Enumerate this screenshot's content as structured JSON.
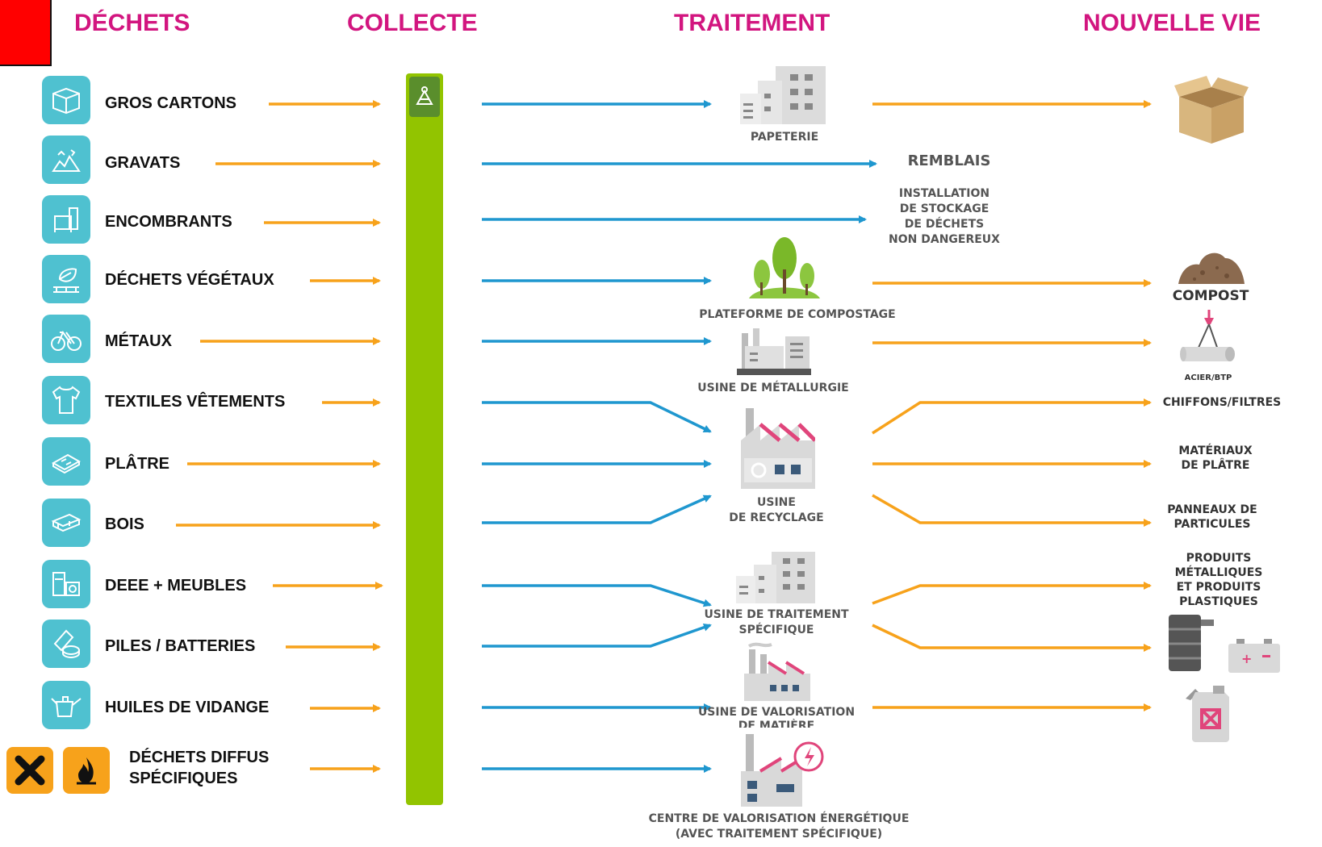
{
  "headers": {
    "dechets": "DÉCHETS",
    "collecte": "COLLECTE",
    "traitement": "TRAITEMENT",
    "nouvelle_vie": "NOUVELLE VIE"
  },
  "waste_items": [
    {
      "label": "GROS CARTONS",
      "icon": "box-icon"
    },
    {
      "label": "GRAVATS",
      "icon": "rubble-icon"
    },
    {
      "label": "ENCOMBRANTS",
      "icon": "furniture-icon"
    },
    {
      "label": "DÉCHETS VÉGÉTAUX",
      "icon": "leaf-icon"
    },
    {
      "label": "MÉTAUX",
      "icon": "bicycle-icon"
    },
    {
      "label": "TEXTILES VÊTEMENTS",
      "icon": "shirt-icon"
    },
    {
      "label": "PLÂTRE",
      "icon": "plaster-icon"
    },
    {
      "label": "BOIS",
      "icon": "pallet-icon"
    },
    {
      "label": "DEEE + MEUBLES",
      "icon": "appliance-icon"
    },
    {
      "label": "PILES / BATTERIES",
      "icon": "battery-icon"
    },
    {
      "label": "HUILES DE VIDANGE",
      "icon": "oil-can-icon"
    }
  ],
  "hazardous": {
    "label_line1": "DÉCHETS DIFFUS",
    "label_line2": "SPÉCIFIQUES",
    "icons": [
      "harmful-x-icon",
      "flammable-icon"
    ]
  },
  "treatment": {
    "papeterie": "PAPETERIE",
    "remblais": "REMBLAIS",
    "isdnd": [
      "INSTALLATION",
      "DE STOCKAGE",
      "DE DÉCHETS",
      "NON DANGEREUX"
    ],
    "compostage": "PLATEFORME DE COMPOSTAGE",
    "metallurgie": "USINE DE MÉTALLURGIE",
    "recyclage": [
      "USINE",
      "DE RECYCLAGE"
    ],
    "traitement_specifique": [
      "USINE DE TRAITEMENT",
      "SPÉCIFIQUE"
    ],
    "valorisation_matiere": [
      "USINE DE VALORISATION",
      "DE MATIÈRE"
    ],
    "valorisation_energetique": [
      "CENTRE DE VALORISATION ÉNERGÉTIQUE",
      "(AVEC TRAITEMENT SPÉCIFIQUE)"
    ]
  },
  "results": {
    "compost": "COMPOST",
    "acier": "ACIER/BTP",
    "chiffons": "CHIFFONS/FILTRES",
    "platre": [
      "MATÉRIAUX",
      "DE PLÂTRE"
    ],
    "panneaux": [
      "PANNEAUX DE",
      "PARTICULES"
    ],
    "produits": [
      "PRODUITS",
      "MÉTALLIQUES",
      "ET PRODUITS",
      "PLASTIQUES"
    ]
  },
  "colors": {
    "header": "#d2157f",
    "waste_icon_bg": "#4fc1d0",
    "orange_arrow": "#f7a21b",
    "blue_arrow": "#1f97cf",
    "collect_bar": "#92c400",
    "red_tab": "#ff0000"
  }
}
